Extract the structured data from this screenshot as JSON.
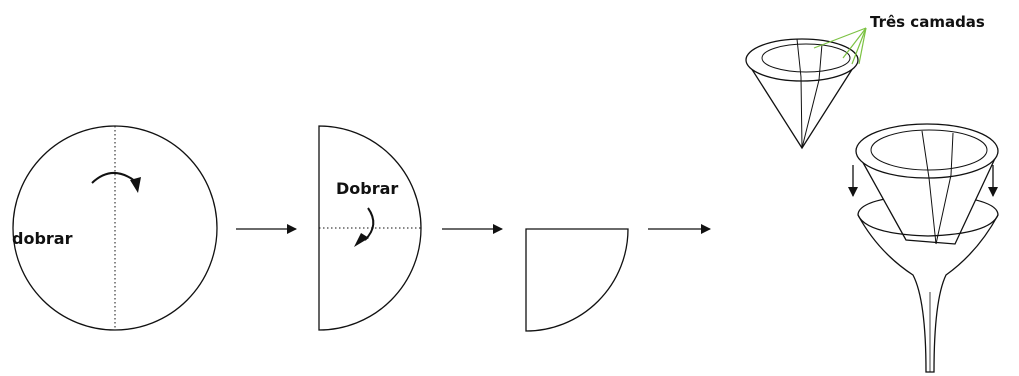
{
  "labels": {
    "fold_1": "dobrar",
    "fold_2": "Dobrar",
    "three_layers": "Três camadas"
  },
  "colors": {
    "stroke": "#111111",
    "leader_line": "#7cc243",
    "background": "#ffffff"
  },
  "steps": [
    "circle-paper",
    "half-circle",
    "quarter-circle",
    "cone-filter",
    "funnel-with-filter"
  ]
}
